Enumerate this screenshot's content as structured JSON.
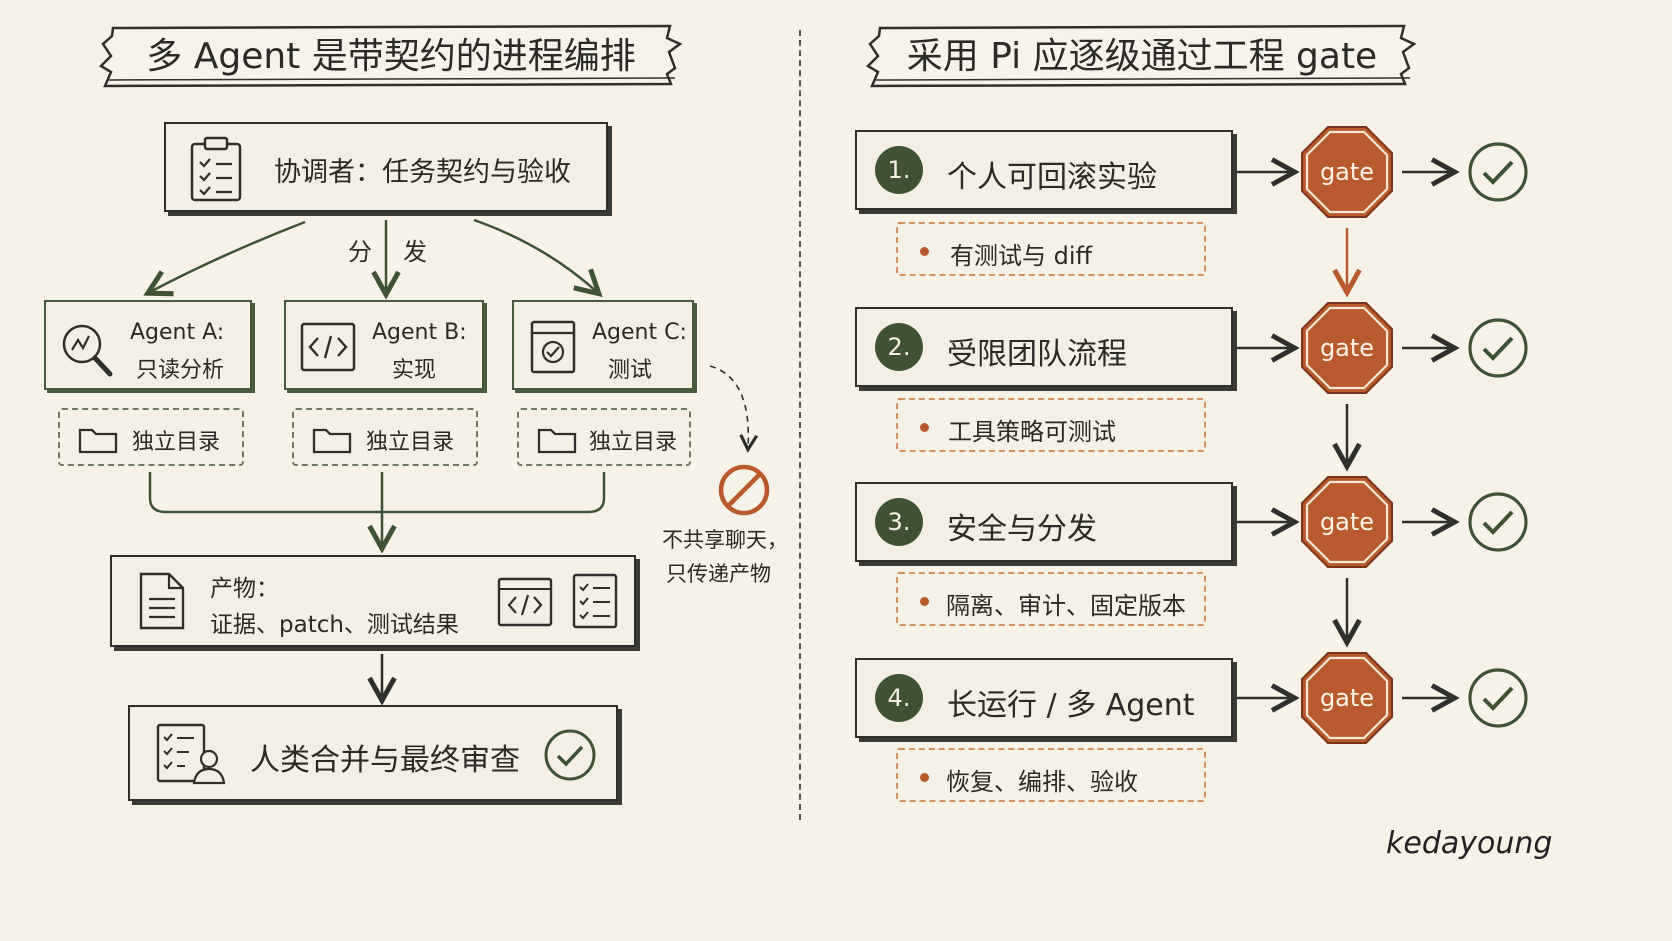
{
  "left": {
    "title": "多 Agent 是带契约的进程编排",
    "coordinator": "协调者：任务契约与验收",
    "dispatch": [
      "分",
      "发"
    ],
    "agents": [
      {
        "title": "Agent A:",
        "role": "只读分析",
        "icon": "magnifier-chart-icon",
        "dir": "独立目录"
      },
      {
        "title": "Agent B:",
        "role": "实现",
        "icon": "code-icon",
        "dir": "独立目录"
      },
      {
        "title": "Agent C:",
        "role": "测试",
        "icon": "test-check-icon",
        "dir": "独立目录"
      }
    ],
    "no_share": [
      "不共享聊天，",
      "只传递产物"
    ],
    "artifacts": {
      "line1": "产物：",
      "line2": "证据、patch、测试结果"
    },
    "final": "人类合并与最终审查"
  },
  "right": {
    "title": "采用 Pi 应逐级通过工程 gate",
    "steps": [
      {
        "num": "1.",
        "label": "个人可回滚实验",
        "note": "有测试与 diff",
        "gate": "gate"
      },
      {
        "num": "2.",
        "label": "受限团队流程",
        "note": "工具策略可测试",
        "gate": "gate"
      },
      {
        "num": "3.",
        "label": "安全与分发",
        "note": "隔离、审计、固定版本",
        "gate": "gate"
      },
      {
        "num": "4.",
        "label": "长运行 / 多 Agent",
        "note": "恢复、编排、验收",
        "gate": "gate"
      }
    ]
  },
  "signature": "kedayoung",
  "colors": {
    "green": "#3f5236",
    "orange": "#b85a2e",
    "ink": "#2f2f2b",
    "paper": "#f6f2e8"
  }
}
